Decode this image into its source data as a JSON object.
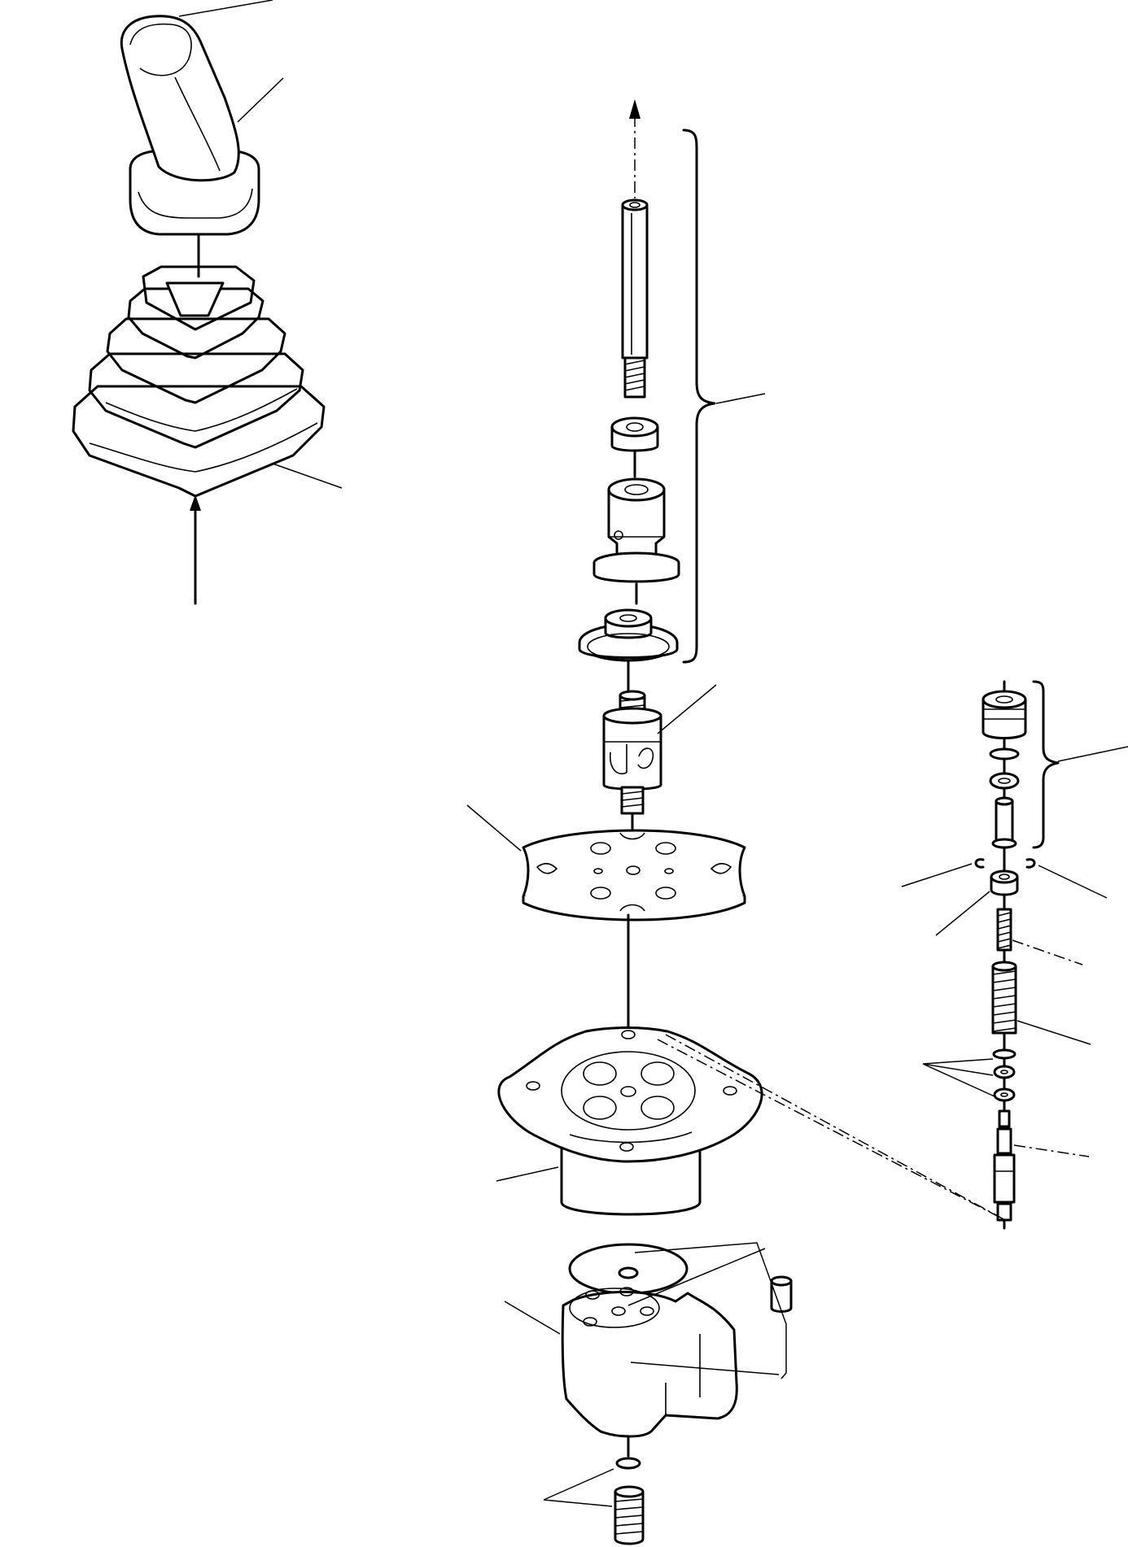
{
  "diagram": {
    "colors": {
      "ink": "#000000",
      "paper": "#ffffff",
      "stipple": "#555555"
    },
    "parts": [
      "lever-knob",
      "dust-boot",
      "upper-assembly",
      "push-rod",
      "adjusting-nut",
      "guide-bushing",
      "disc-cap",
      "universal-joint",
      "plate",
      "body-flange",
      "gasket",
      "lower-housing",
      "plug",
      "valve-assembly",
      "retainer-clips",
      "spring-seat",
      "inner-spring",
      "outer-spring",
      "washers",
      "spool",
      "dowel-pin"
    ]
  }
}
